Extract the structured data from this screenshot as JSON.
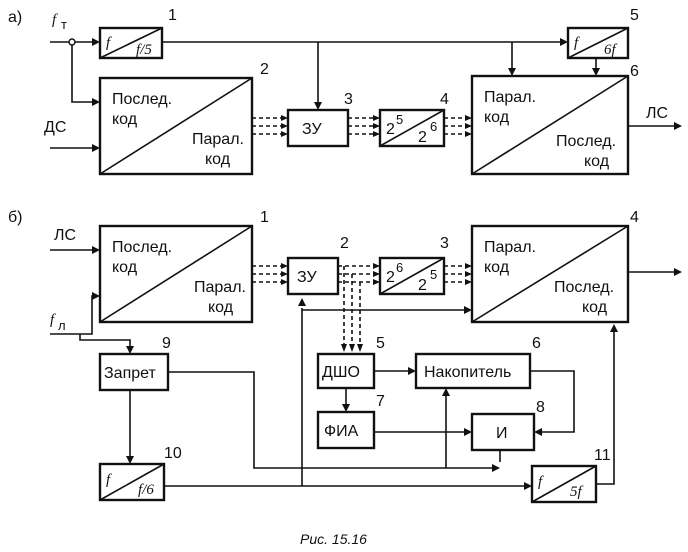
{
  "figure": {
    "caption": "Рис. 15.16"
  },
  "diagram_a": {
    "label": "а)",
    "inputs": {
      "clock": "f",
      "clock_sub": "т",
      "data": "ДС"
    },
    "output": "ЛС",
    "blocks": {
      "div5": {
        "num": "1",
        "f": "f",
        "ratio": "f/5"
      },
      "sp": {
        "num": "2",
        "in_label_1": "Послед.",
        "in_label_2": "код",
        "out_label_1": "Парал.",
        "out_label_2": "код"
      },
      "mem": {
        "num": "3",
        "label": "ЗУ"
      },
      "conv": {
        "num": "4",
        "left": "2",
        "left_exp": "5",
        "right": "2",
        "right_exp": "6"
      },
      "div6": {
        "num": "5",
        "f": "f",
        "ratio": "6f"
      },
      "ps": {
        "num": "6",
        "in_label_1": "Парал.",
        "in_label_2": "код",
        "out_label_1": "Послед.",
        "out_label_2": "код"
      }
    }
  },
  "diagram_b": {
    "label": "б)",
    "inputs": {
      "line": "ЛС",
      "clock": "f",
      "clock_sub": "л"
    },
    "blocks": {
      "sp": {
        "num": "1",
        "in_label_1": "Послед.",
        "in_label_2": "код",
        "out_label_1": "Парал.",
        "out_label_2": "код"
      },
      "mem": {
        "num": "2",
        "label": "ЗУ"
      },
      "conv": {
        "num": "3",
        "left": "2",
        "left_exp": "6",
        "right": "2",
        "right_exp": "5"
      },
      "ps": {
        "num": "4",
        "in_label_1": "Парал.",
        "in_label_2": "код",
        "out_label_1": "Послед.",
        "out_label_2": "код"
      },
      "dsho": {
        "num": "5",
        "label": "ДШО"
      },
      "acc": {
        "num": "6",
        "label": "Накопитель"
      },
      "fia": {
        "num": "7",
        "label": "ФИА"
      },
      "and": {
        "num": "8",
        "label": "И"
      },
      "block": {
        "num": "9",
        "label": "Запрет"
      },
      "div6": {
        "num": "10",
        "f": "f",
        "ratio": "f/6"
      },
      "mul5": {
        "num": "11",
        "f": "f",
        "ratio": "5f"
      }
    }
  }
}
